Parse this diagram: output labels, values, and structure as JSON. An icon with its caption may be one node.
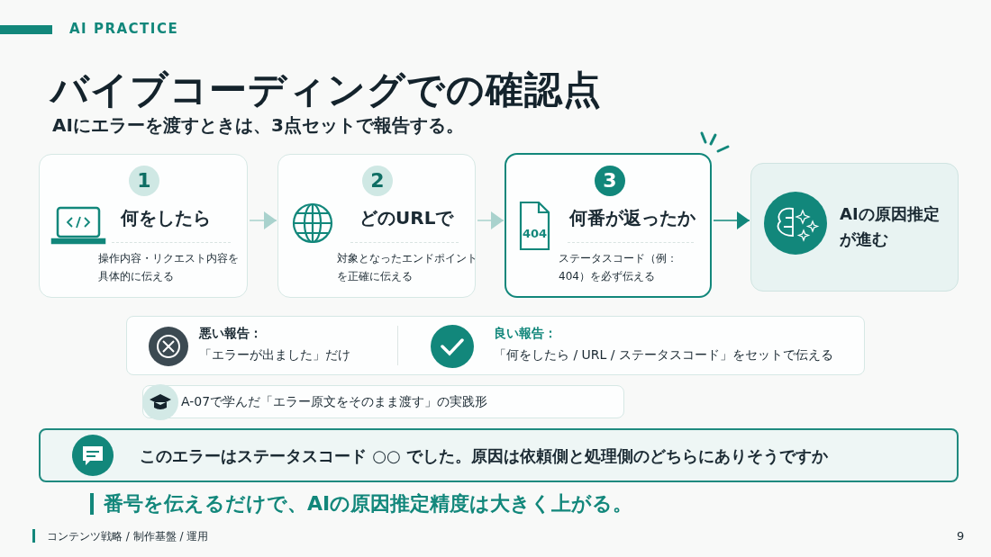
{
  "diagram": {
    "title": "バイブコーディングでの確認点",
    "nodes": [
      {
        "text": [
          "1",
          "何をしたら",
          "操作内容・リクエスト内容を具体的に伝える"
        ]
      },
      {
        "text": [
          "2",
          "どのURLで",
          "対象となったエンドポイントを正確に伝える"
        ]
      },
      {
        "text": [
          "3",
          "何番が返ったか",
          "ステータスコード（例：404）を必ず伝える"
        ]
      },
      {
        "text": [
          "AIの原因推定が進む"
        ]
      },
      {
        "text": [],
        "shape": "box"
      },
      {
        "text": [
          "悪い報告：",
          "「エラーが出ました」だけ"
        ],
        "in": 4
      },
      {
        "text": [
          "良い報告：",
          "「何をしたら / URL / ステータスコード」をセットで伝える"
        ],
        "in": 4
      },
      {
        "text": [
          "A-07で学んだ「エラー原文をそのまま渡す」の実践形"
        ]
      },
      {
        "text": [
          "このエラーはステータスコード ○○ でした。原因は依頼側と処理側のどちらにありそうですか"
        ]
      }
    ],
    "edges": [
      {
        "from": 0,
        "to": 1,
        "arrow": "to"
      },
      {
        "from": 1,
        "to": 2,
        "arrow": "to"
      },
      {
        "from": 2,
        "to": 3,
        "arrow": "to",
        "color": "#12877b"
      }
    ],
    "labels": [
      "AI PRACTICE",
      "AIにエラーを渡すときは、3点セットで報告する。",
      "404",
      "番号を伝えるだけで、AIの原因推定精度は大きく上がる。",
      "コンテンツ戦略 / 制作基盤 / 運用",
      "9"
    ]
  }
}
